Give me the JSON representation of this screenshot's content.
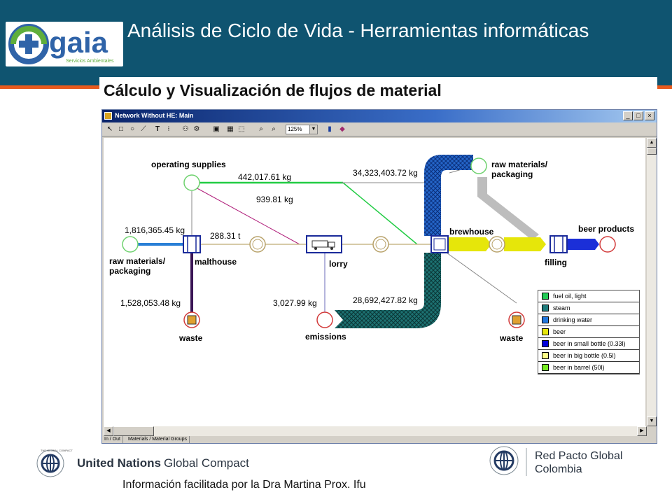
{
  "header": {
    "title": "Análisis de Ciclo de Vida - Herramientas informáticas",
    "logo_text": "gaia",
    "logo_subtext": "Servicios Ambientales"
  },
  "screenshot": {
    "heading": "Cálculo y Visualización de flujos de material",
    "window_title": "Network Without HE: Main",
    "zoom": "125%",
    "status_tabs": [
      "In / Out",
      "Materials / Material Groups"
    ]
  },
  "diagram": {
    "nodes": {
      "operating_supplies": "operating supplies",
      "raw_materials_left": [
        "raw materials/",
        "packaging"
      ],
      "malthouse": "malthouse",
      "waste_left": "waste",
      "lorry": "lorry",
      "emissions": "emissions",
      "brewhouse": "brewhouse",
      "raw_materials_right": [
        "raw materials/",
        "packaging"
      ],
      "filling": "filling",
      "beer_products": "beer products",
      "waste_right": "waste"
    },
    "flows": {
      "f_442017": "442,017.61 kg",
      "f_939": "939.81 kg",
      "f_34323403": "34,323,403.72 kg",
      "f_1816365": "1,816,365.45 kg",
      "f_288": "288.31 t",
      "f_1528053": "1,528,053.48 kg",
      "f_3027": "3,027.99 kg",
      "f_28692427": "28,692,427.82 kg"
    },
    "legend": [
      {
        "label": "fuel oil, light",
        "color": "#22cc55"
      },
      {
        "label": "steam",
        "color": "#1e7b7b"
      },
      {
        "label": "drinking water",
        "color": "#2277dd"
      },
      {
        "label": "beer",
        "color": "#e6e60a"
      },
      {
        "label": "beer in small bottle (0.33l)",
        "color": "#0000dd"
      },
      {
        "label": "beer in big bottle (0.5l)",
        "color": "#ffff88"
      },
      {
        "label": "beer in barrel (50l)",
        "color": "#77ee22"
      }
    ]
  },
  "footer": {
    "ungc_name": "United Nations",
    "ungc_suffix": "Global Compact",
    "ungc_ring": "THE GLOBAL COMPACT",
    "red_line1": "Red Pacto Global",
    "red_line2": "Colombia",
    "credit": "Información facilitada por la Dra Martina Prox. Ifu"
  }
}
